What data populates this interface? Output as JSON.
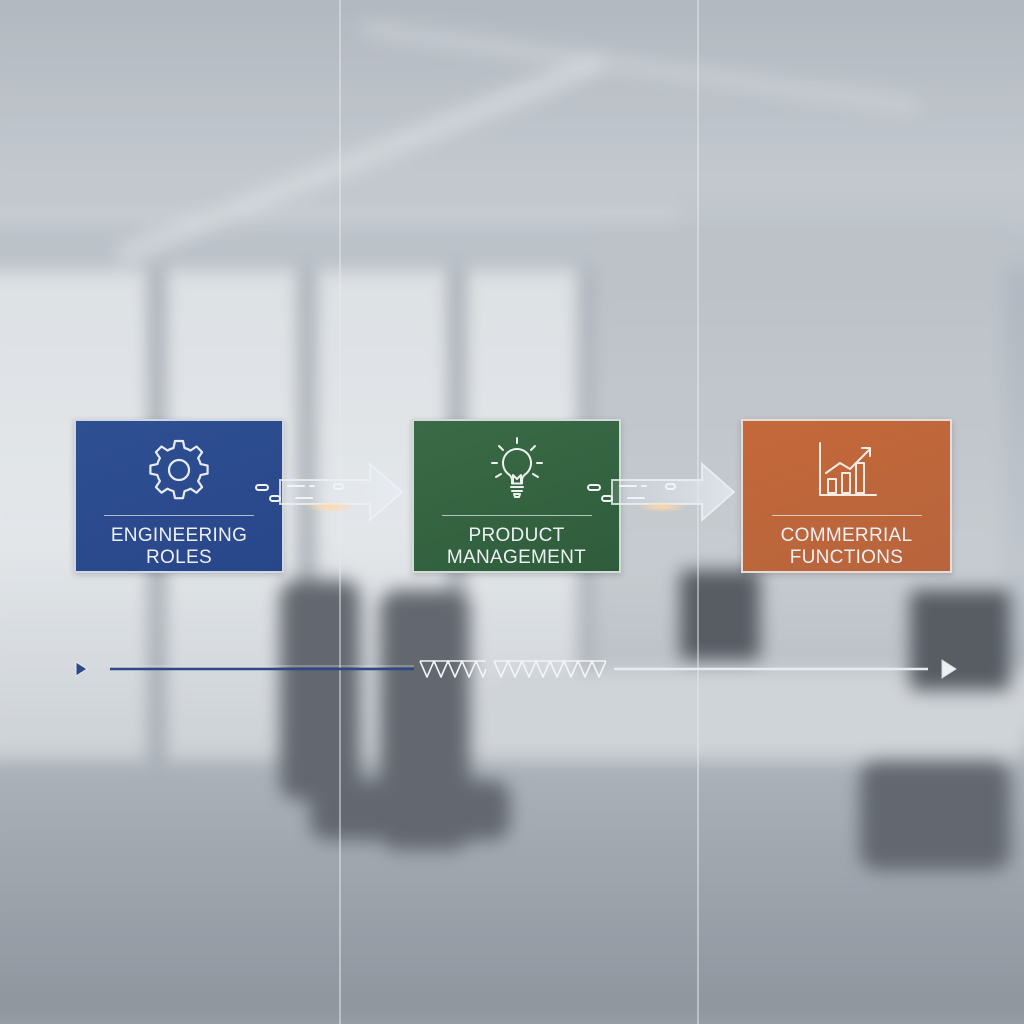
{
  "flow": {
    "nodes": [
      {
        "line1": "Engineering",
        "line2": "Roles",
        "icon": "gear-icon",
        "color": "#2d4c8f"
      },
      {
        "line1": "Product",
        "line2": "Management",
        "icon": "lightbulb-icon",
        "color": "#356340"
      },
      {
        "line1": "Commerrial",
        "line2": "Functions",
        "icon": "bar-chart-growth-icon",
        "color": "#bd663b"
      }
    ],
    "connectors": [
      "arrow-right",
      "arrow-right"
    ]
  },
  "timeline": {
    "start_marker": "play-triangle-icon",
    "end_marker": "play-triangle-icon",
    "accent": "#2e4a86"
  }
}
